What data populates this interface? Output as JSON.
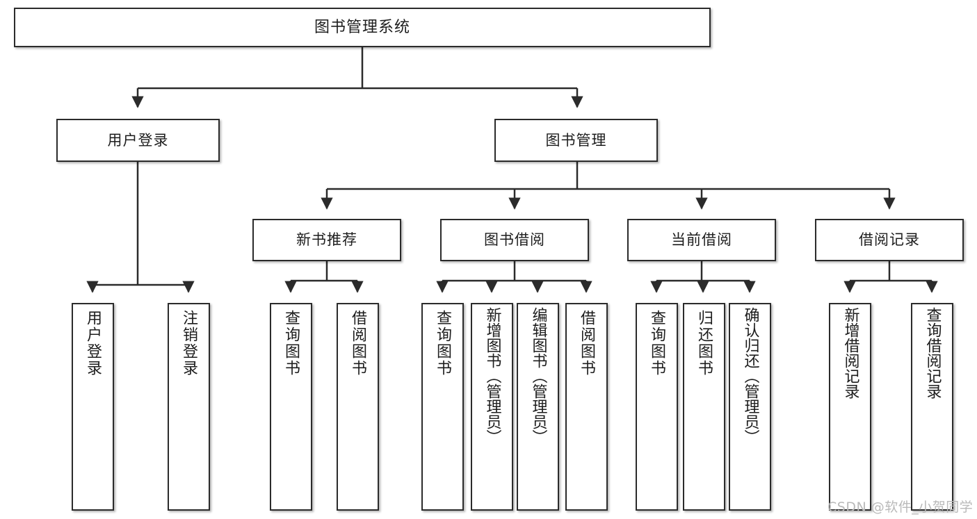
{
  "diagram": {
    "title": "图书管理系统",
    "type": "hierarchy-tree",
    "colors": {
      "box_border": "#2b2b2b",
      "box_fill": "#ffffff",
      "connector": "#2b2b2b",
      "text": "#1d1d1d",
      "watermark": "#b9b9b9"
    },
    "levels": {
      "level1": {
        "id": "root",
        "label": "图书管理系统"
      },
      "level2": [
        {
          "id": "user-login",
          "label": "用户登录"
        },
        {
          "id": "book-management",
          "label": "图书管理"
        }
      ],
      "level3": [
        {
          "id": "new-book-recommend",
          "label": "新书推荐"
        },
        {
          "id": "book-borrow",
          "label": "图书借阅"
        },
        {
          "id": "current-borrow",
          "label": "当前借阅"
        },
        {
          "id": "borrow-record",
          "label": "借阅记录"
        }
      ],
      "leaves": {
        "user-login": [
          {
            "id": "leaf-user-login",
            "label": "用户登录"
          },
          {
            "id": "leaf-logout-login",
            "label": "注销登录"
          }
        ],
        "new-book-recommend": [
          {
            "id": "leaf-query-book-1",
            "label": "查询图书"
          },
          {
            "id": "leaf-borrow-book-1",
            "label": "借阅图书"
          }
        ],
        "book-borrow": [
          {
            "id": "leaf-query-book-2",
            "label": "查询图书"
          },
          {
            "id": "leaf-add-book-admin",
            "label": "新增图书（管理员）"
          },
          {
            "id": "leaf-edit-book-admin",
            "label": "编辑图书（管理员）"
          },
          {
            "id": "leaf-borrow-book-2",
            "label": "借阅图书"
          }
        ],
        "current-borrow": [
          {
            "id": "leaf-query-book-3",
            "label": "查询图书"
          },
          {
            "id": "leaf-return-book",
            "label": "归还图书"
          },
          {
            "id": "leaf-confirm-return-admin",
            "label": "确认归还（管理员）"
          }
        ],
        "borrow-record": [
          {
            "id": "leaf-add-borrow-record",
            "label": "新增借阅记录"
          },
          {
            "id": "leaf-query-borrow-record",
            "label": "查询借阅记录"
          }
        ]
      }
    },
    "watermark": "CSDN @软件_小贺同学"
  }
}
